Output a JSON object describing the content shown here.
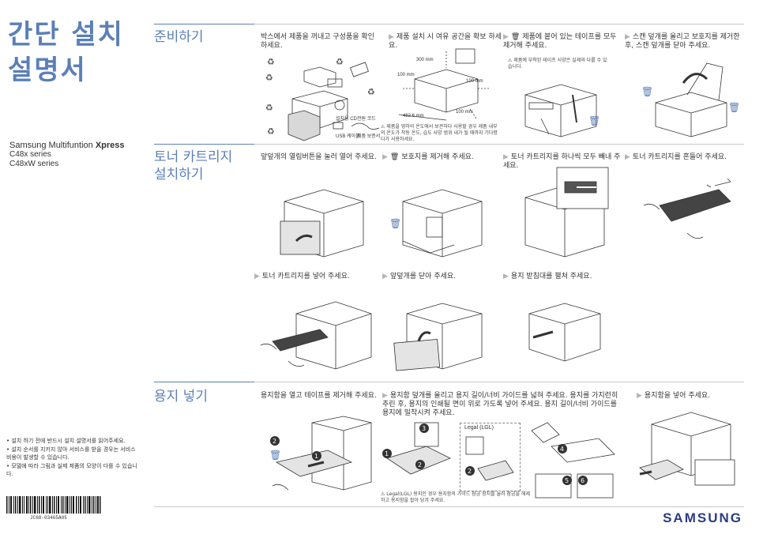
{
  "sidebar": {
    "title_line1": "간단 설치",
    "title_line2": "설명서",
    "brand_prefix": "Samsung Multifuntion ",
    "brand_bold": "Xpress",
    "model1": "C48x series",
    "model2": "C48xW series",
    "notes": [
      "• 설치 하기 전에 반드시 설치 설명서를 읽어주세요.",
      "• 설치 순서를 지키지 않아 서비스를 받을 경우는 서비스 비용이 발생할 수 있습니다.",
      "• 모델에 따라 그림과 실제 제품의 모양이 다를 수 있습니다."
    ],
    "barcode_text": "JC68-03465A05"
  },
  "sections": {
    "prepare": {
      "title": "준비하기",
      "step1": "박스에서 제품을 꺼내고 구성품을 확인 하세요.",
      "step2": "제품 설치 시 여유 공간을 확보 하세요.",
      "step2_warning": "제품을 영하의 온도에서 보관하다 사용할 경우 제품 내부의 온도가 작동 온도, 습도 사양 범위 내가 될 때까지 기다렸다가 사용하세요.",
      "dim_300": "300 mm",
      "dim_100a": "100 mm",
      "dim_100b": "100 mm",
      "dim_100c": "100 mm",
      "dim_482": "482.6 mm",
      "step3": "제품에 붙어 있는 테이프를 모두 제거해 주세요.",
      "step3_warning": "제품에 부착된 테이프 사양은 실제와 다를 수 있습니다.",
      "step4": "스캔 덮개를 올리고 보호지를 제거한 후, 스캔 덮개를 닫아 주세요.",
      "labels": {
        "cd": "설치용 CD",
        "cord": "전원 코드",
        "usb": "USB 케이블",
        "guide": "제품 보증서"
      }
    },
    "toner": {
      "title_line1": "토너 카트리지",
      "title_line2": "설치하기",
      "step1": "앞덮개의 열림버튼을 눌러 열어 주세요.",
      "step2": "보호지를 제거해 주세요.",
      "step3": "토너 카트리지를 하나씩 모두 빼내 주세요.",
      "step4": "토너 카트리지를 흔들어 주세요.",
      "step5": "토너 카트리지를 넣어 주세요.",
      "step6": "앞덮개를 닫아 주세요.",
      "step7": "용지 받침대를 펼쳐 주세요."
    },
    "paper": {
      "title": "용지 넣기",
      "step1": "용지함을 열고 테이프를 제거해 주세요.",
      "step2": "용지함 덮개를 올리고 용지 길이/너비 가이드를 넓혀 주세요. 용지를 가지런히 추린 후, 용지의 인쇄될 면이 위로 가도록 넣어 주세요. 용지 길이/너비 가이드를 용지에 밀착시켜 주세요.",
      "legal_label": "Legal (LGL)",
      "warning": "Legal(LGL) 용지인 경우 용지함의 가이드 잠금 장치를 눌러 잠금을 해제하고 용지함을 잡아 당겨 주세요.",
      "step3": "용지함을 넣어 주세요."
    }
  },
  "footer": {
    "brand": "SAMSUNG"
  },
  "colors": {
    "accent": "#5b7fb8",
    "brand": "#2a3d84"
  },
  "icons": [
    "trash-icon",
    "warning-icon",
    "arrow-right-icon",
    "recycle-icon"
  ]
}
